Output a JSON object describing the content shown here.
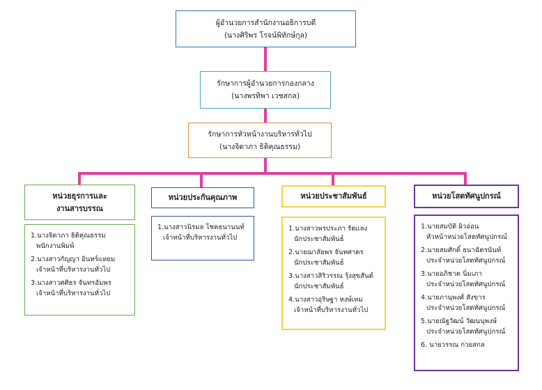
{
  "director": {
    "title": "ผู้อำนวยการสำนักงานอธิการบดี",
    "name": "(นางศิริพร  โรจน์พิทักษ์กุล)"
  },
  "secretary_office": {
    "title": "รักษาการผู้อำนวยการกองกลาง",
    "name": "(นางพรทิพา  เวชสกล)"
  },
  "secretary_admin": {
    "title": "รักษาการหัวหน้างานบริหารทั่วไป",
    "name": "(นางจิดาภา  ธิติคุณธรรม)"
  },
  "units": [
    {
      "header": [
        "หน่วยธุรการและ",
        "งานสารบรรณ"
      ],
      "color": "#6aa84f",
      "members": [
        [
          "1.นางจิดาภา  ธิติคุณธรรม",
          "พนักงานพิมพ์"
        ],
        [
          "2.นางสาวกัญญา  อินทร์แหยม",
          "เจ้าหน้าที่บริหารงานทั่วไป"
        ],
        [
          "3.นางสาวศศิธร  จันทรอัมพร",
          "เจ้าหน้าที่บริหารงานทั่วไป"
        ]
      ]
    },
    {
      "header": [
        "หน่วยประกันคุณภาพ"
      ],
      "color": "#2f5597",
      "members": [
        [
          "1.นางสาวนิรมล  โชคธนานนท์",
          "เจ้าหน้าที่บริหารงานทั่วไป"
        ]
      ]
    },
    {
      "header": [
        "หน่วยประชาสัมพันธ์"
      ],
      "color": "#f6d23a",
      "members": [
        [
          "1.นางสาวพรประภา  รัตแลง",
          "นักประชาสัมพันธ์"
        ],
        [
          "2.นายฌาลัยพร  จันทศาตร",
          "นักประชาสัมพันธ์"
        ],
        [
          "3.นางสาวสิริวรรณ  รุ้งสุขสันต์",
          "นักประชาสัมพันธ์"
        ],
        [
          "4.นางสาวอุริษฐา  หงษ์เหม",
          "เจ้าหน้าที่บริหารงานทั่วไป"
        ]
      ]
    },
    {
      "header": [
        "หน่วยโสตทัศนูปกรณ์"
      ],
      "color": "#7030a0",
      "members": [
        [
          "1.นายสมบัติ   ผิวอ่อน",
          "หัวหน้าหน่วยโสตทัศนูปกรณ์"
        ],
        [
          "2.นายสมศักดิ์   ธนาฉัตรนันท์",
          "ประจำหน่วยโสตทัศนูปกรณ์"
        ],
        [
          "3.นายอภิชาต   นิ่มเภา",
          "ประจำหน่วยโสตทัศนูปกรณ์"
        ],
        [
          "4.นายภานุพงศ์   สังขาร",
          "ประจำหน่วยโสตทัศนูปกรณ์"
        ],
        [
          "5.นายณัฐวัฒน์   วัฒนนุพงษ์",
          "ประจำหน่วยโสตทัศนูปกรณ์"
        ],
        [
          "6. นายวรรณ  ก่วยสกล"
        ]
      ]
    }
  ],
  "colors": {
    "connector": "#e0409a",
    "director_border": "#2e75b6",
    "secretary_office_border": "#4aa3b8",
    "secretary_admin_border": "#e08a3a"
  }
}
